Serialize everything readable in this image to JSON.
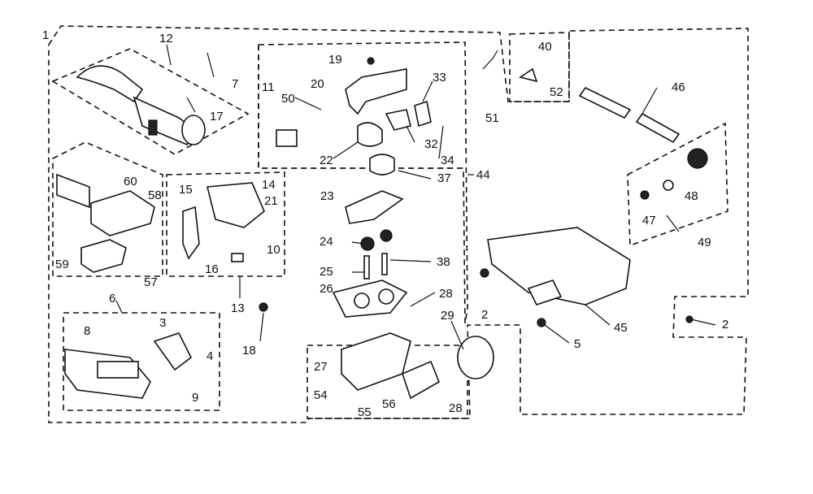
{
  "callouts": [
    "12",
    "7",
    "17",
    "19",
    "20",
    "33",
    "11",
    "50",
    "32",
    "34",
    "22",
    "37",
    "51",
    "40",
    "52",
    "46",
    "60",
    "58",
    "15",
    "14",
    "21",
    "44",
    "23",
    "48",
    "47",
    "49",
    "24",
    "38",
    "59",
    "57",
    "16",
    "10",
    "25",
    "26",
    "28",
    "2",
    "13",
    "29",
    "45",
    "5",
    "2",
    "6",
    "3",
    "8",
    "4",
    "18",
    "27",
    "9",
    "54",
    "56",
    "55",
    "28",
    "1"
  ],
  "icons": [
    "burner-tube",
    "pilot-assembly",
    "valve-body",
    "bracket",
    "spring-clip",
    "screw",
    "nut",
    "gasket",
    "burner-box",
    "thermocouple"
  ]
}
